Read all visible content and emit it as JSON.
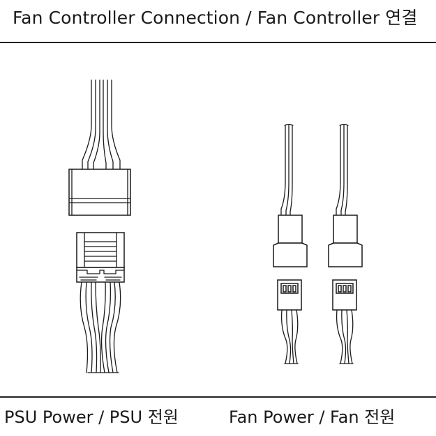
{
  "header": {
    "title": "Fan Controller Connection / Fan Controller 연결"
  },
  "captions": {
    "psu": "PSU Power / PSU 전원",
    "fan": "Fan Power / Fan 전원"
  },
  "colors": {
    "ink": "#1a1a1a",
    "background": "#ffffff"
  }
}
